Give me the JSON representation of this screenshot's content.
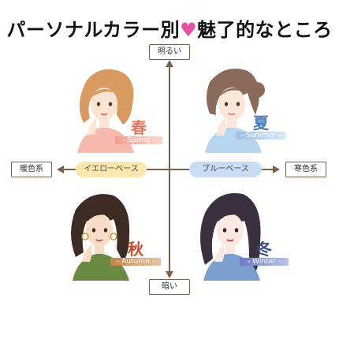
{
  "title_part1": "パーソナルカラー別",
  "title_part2": "魅了的なところ",
  "axes": {
    "top": "明るい",
    "bottom": "暗い",
    "left": "暖色系",
    "right": "寒色系"
  },
  "bases": {
    "yellow": "イエローベース",
    "blue": "ブルーベース"
  },
  "seasons": {
    "spring": {
      "kanji": "春",
      "eng": "- Spring -",
      "color": "#e87761"
    },
    "summer": {
      "kanji": "夏",
      "eng": "- Summer -",
      "color": "#4c7cb6"
    },
    "autumn": {
      "kanji": "秋",
      "eng": "- Autumn -",
      "color": "#c44d2d"
    },
    "winter": {
      "kanji": "冬",
      "eng": "- Winter -",
      "color": "#3c4c8a"
    }
  },
  "colors": {
    "axis": "#7a5f4a",
    "heart": "#e54f9f",
    "yellow_base": "#fbe7ae",
    "blue_base": "#c8ddf3"
  }
}
